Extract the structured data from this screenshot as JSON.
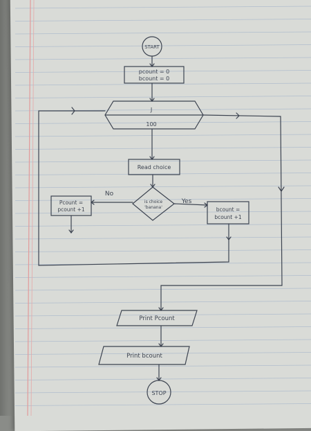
{
  "flowchart": {
    "start": "START",
    "init_line1": "pcount = 0",
    "init_line2": "bcount = 0",
    "loop_var": "J",
    "loop_limit": "100",
    "input": "Read choice",
    "decision_line1": "is choice",
    "decision_line2": "'banana'",
    "no_label": "No",
    "yes_label": "Yes",
    "no_box_line1": "Pcount =",
    "no_box_line2": "pcount +1",
    "yes_box_line1": "bcount =",
    "yes_box_line2": "bcount +1",
    "output1": "Print Pcount",
    "output2": "Print bcount",
    "stop": "STOP"
  },
  "colors": {
    "paper": "#d9dbd7",
    "ink": "#3c4350",
    "rule_line": "#9fb1c9",
    "margin_line": "#d98a8a"
  }
}
